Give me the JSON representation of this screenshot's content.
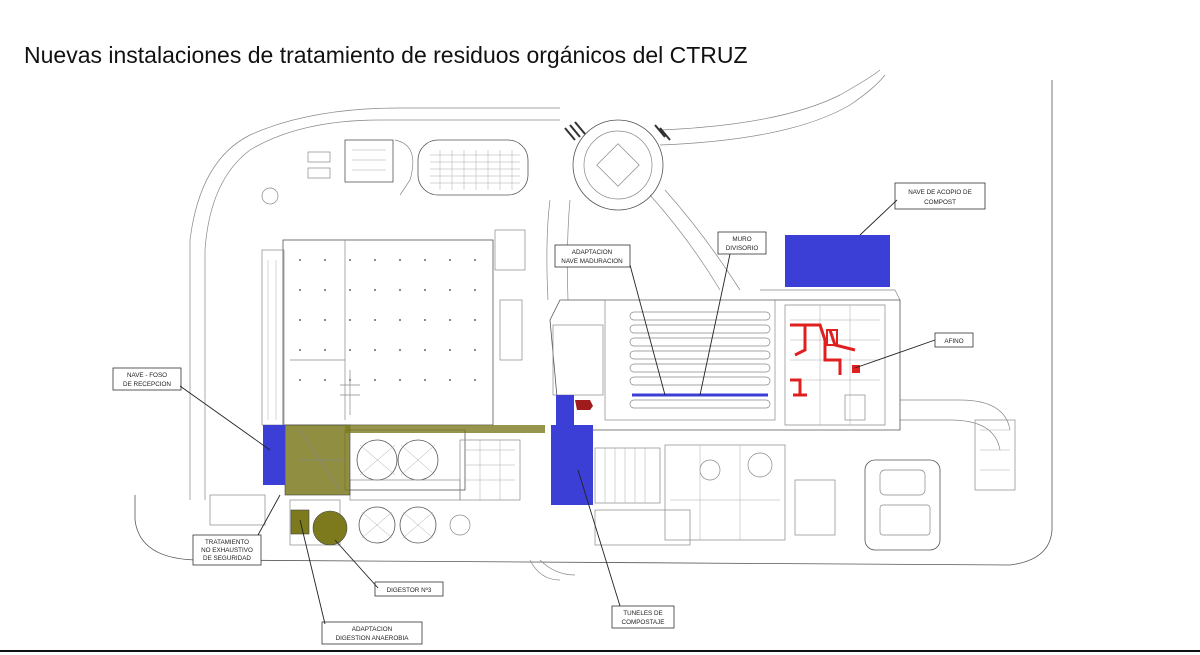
{
  "title": "Nuevas instalaciones de tratamiento de residuos orgánicos del CTRUZ",
  "colors": {
    "blue": "#3b3fd6",
    "olive": "#7d7a1e",
    "red": "#e02020",
    "darkred": "#a01c1c",
    "line": "#555555"
  },
  "labels": {
    "nave_acopio": [
      "NAVE DE ACOPIO DE",
      "COMPOST"
    ],
    "adaptacion_nave": [
      "ADAPTACION",
      "NAVE MADURACION"
    ],
    "muro": [
      "MURO",
      "DIVISORIO"
    ],
    "afino": [
      "AFINO"
    ],
    "nave_foso": [
      "NAVE - FOSO",
      "DE RECEPCION"
    ],
    "tratamiento": [
      "TRATAMIENTO",
      "NO EXHAUSTIVO",
      "DE SEGURIDAD"
    ],
    "digestor": [
      "DIGESTOR Nº3"
    ],
    "adaptacion_digestion": [
      "ADAPTACION",
      "DIGESTION ANAEROBIA"
    ],
    "tuneles": [
      "TUNELES DE",
      "COMPOSTAJE"
    ]
  }
}
